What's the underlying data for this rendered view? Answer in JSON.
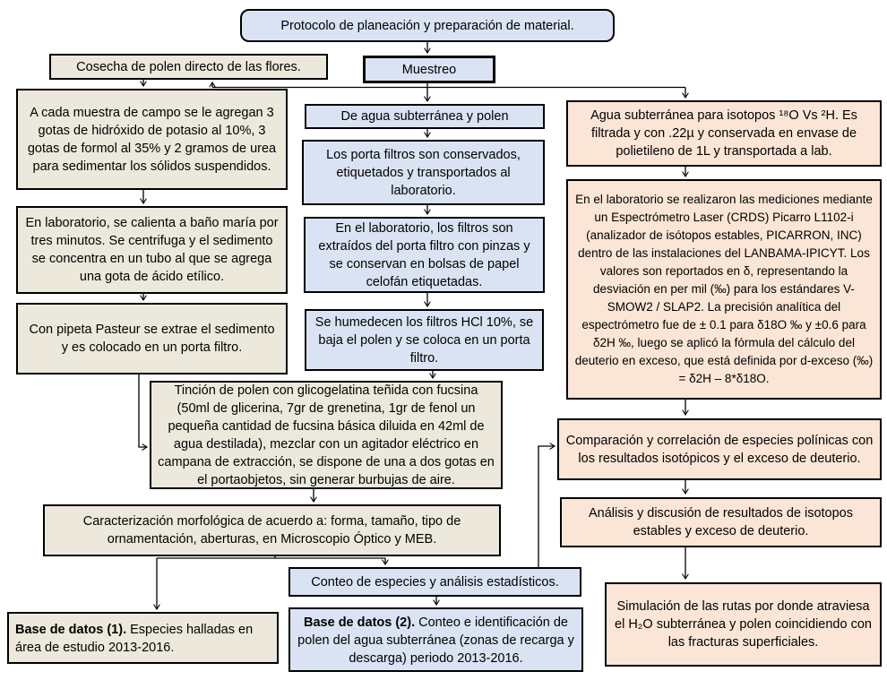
{
  "colors": {
    "background": "#ffffff",
    "text": "#000000",
    "border": "#000000",
    "box_blue": "#dae3f3",
    "box_beige": "#ece9dc",
    "box_peach": "#fbe5d6"
  },
  "nodes": {
    "protocolo": "Protocolo de planeación y preparación de material.",
    "cosecha": "Cosecha de polen directo de las flores.",
    "muestreo": "Muestreo",
    "muestra_campo": "A cada muestra de campo se le agregan 3 gotas de hidróxido de potasio al 10%, 3 gotas de formol al 35% y 2 gramos de urea para sedimentar los sólidos suspendidos.",
    "bano_maria": "En laboratorio, se calienta a baño maría por tres minutos. Se centrifuga y el sedimento se concentra en un tubo al que se agrega una gota de ácido etílico.",
    "pipeta": "Con pipeta Pasteur se extrae el sedimento y es colocado en un porta filtro.",
    "agua_polen": "De agua subterránea y polen",
    "porta_filtros": "Los porta filtros son conservados, etiquetados y transportados al laboratorio.",
    "filtros_extraidos": "En el laboratorio, los filtros son extraídos del porta filtro con pinzas y se conservan en bolsas de papel celofán etiquetadas.",
    "humedecen": "Se humedecen los filtros HCl 10%, se baja el polen y se coloca en un porta filtro.",
    "tincion": "Tinción de polen con glicogelatina teñida con fucsina (50ml de glicerina, 7gr de grenetina, 1gr de fenol un pequeña cantidad de fucsina básica diluida en 42ml de agua destilada), mezclar con un agitador eléctrico en campana de extracción, se dispone de una a dos gotas en el portaobjetos, sin generar burbujas de aire.",
    "caracterizacion": "Caracterización morfológica de acuerdo a: forma, tamaño, tipo de ornamentación, aberturas, en Microscopio Óptico y MEB.",
    "conteo": "Conteo de especies y análisis estadísticos.",
    "bd1_bold": "Base de datos (1).",
    "bd1_rest": " Especies halladas en área de estudio 2013-2016.",
    "bd2_bold": "Base de datos (2).",
    "bd2_rest": " Conteo e identificación de polen del agua subterránea (zonas de recarga y descarga) periodo 2013-2016.",
    "agua_isotopos": "Agua subterránea para isotopos ¹⁸O Vs ²H. Es filtrada y con .22µ y conservada en envase de polietileno de 1L y transportada a lab.",
    "laboratorio_crds": "En el laboratorio se realizaron las mediciones mediante un Espectrómetro Laser (CRDS) Picarro L1102-i (analizador de isótopos estables, PICARRON, INC) dentro de las instalaciones del LANBAMA-IPICYT. Los valores son reportados en δ, representando la desviación en per mil (‰) para los estándares V-SMOW2 / SLAP2. La precisión analítica del espectrómetro fue de ± 0.1 para δ18O ‰ y ±0.6 para δ2H ‰, luego se aplicó la fórmula del cálculo del deuterio en exceso, que está definida por d-exceso (‰) = δ2H – 8*δ18O.",
    "comparacion": "Comparación y correlación de especies polínicas con los resultados isotópicos y el exceso de deuterio.",
    "analisis": "Análisis y discusión de resultados de isotopos estables y exceso de deuterio.",
    "simulacion": "Simulación de las rutas por donde atraviesa el H₂O subterránea y polen coincidiendo con las fracturas superficiales."
  }
}
